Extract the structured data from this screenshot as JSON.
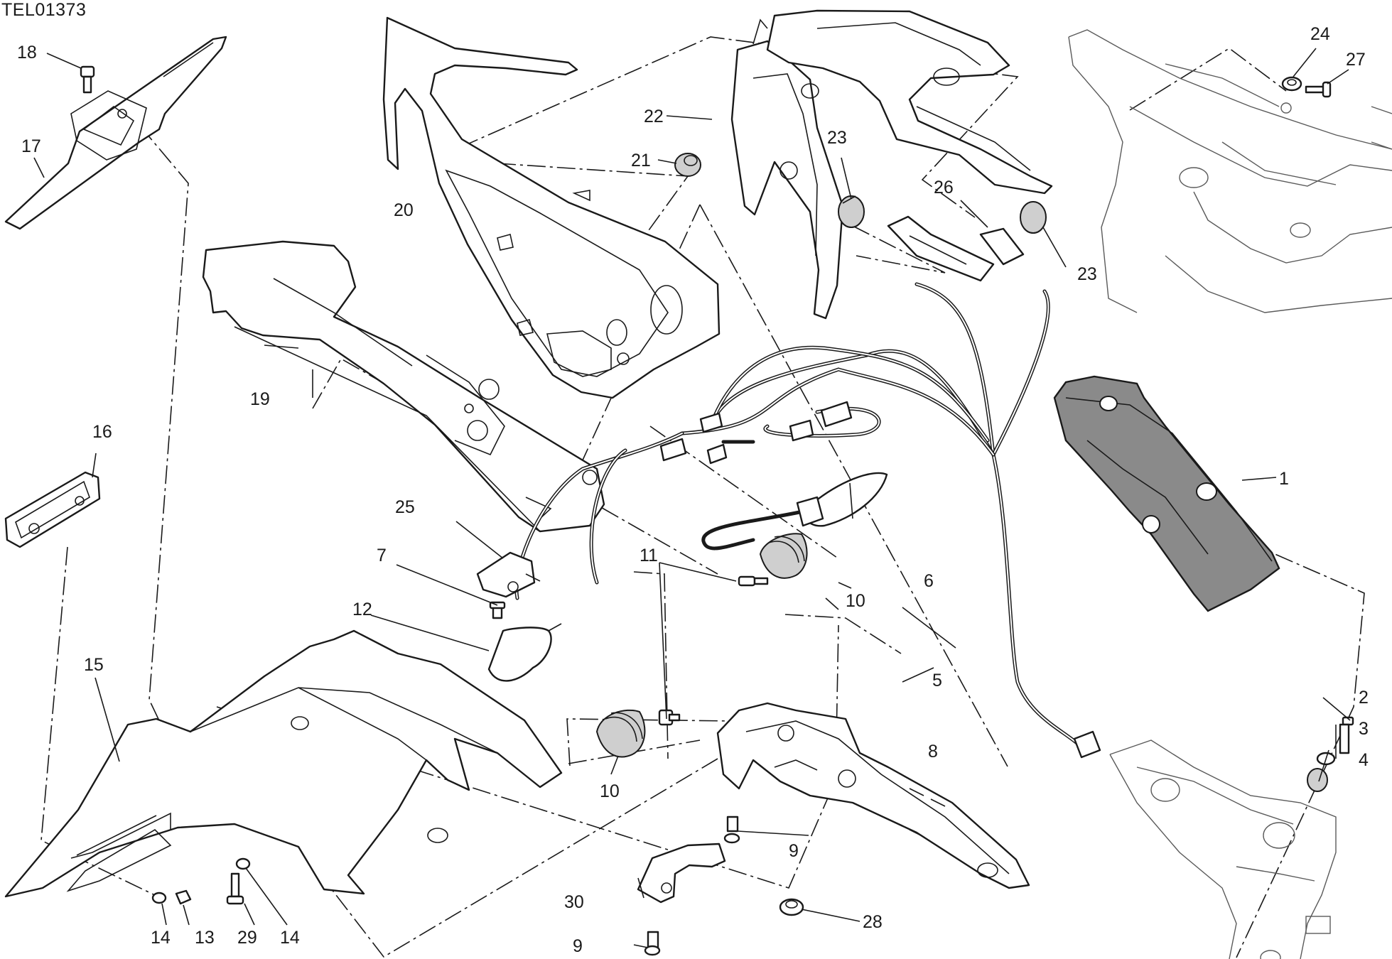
{
  "drawing_code": "TEL01373",
  "callouts": {
    "c1": "1",
    "c2": "2",
    "c3": "3",
    "c4": "4",
    "c5": "5",
    "c6": "6",
    "c7": "7",
    "c8": "8",
    "c9a": "9",
    "c9b": "9",
    "c10a": "10",
    "c10b": "10",
    "c11": "11",
    "c12": "12",
    "c13": "13",
    "c14a": "14",
    "c14b": "14",
    "c15": "15",
    "c16": "16",
    "c17": "17",
    "c18": "18",
    "c19": "19",
    "c20": "20",
    "c21": "21",
    "c22": "22",
    "c23a": "23",
    "c23b": "23",
    "c24": "24",
    "c25": "25",
    "c26": "26",
    "c27": "27",
    "c28": "28",
    "c29": "29",
    "c30": "30"
  },
  "colors": {
    "line": "#1a1a1a",
    "shade_dark": "#8a8a8a",
    "shade_light": "#cfcfcf",
    "background": "#ffffff"
  }
}
